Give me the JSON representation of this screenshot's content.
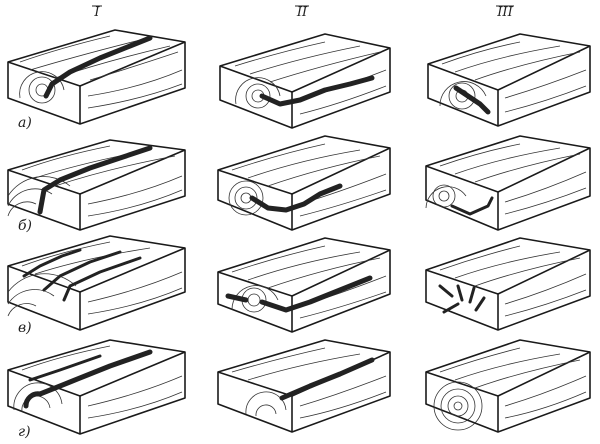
{
  "columns": [
    "I",
    "II",
    "III"
  ],
  "rows": [
    "а)",
    "б)",
    "в)",
    "г)"
  ]
}
